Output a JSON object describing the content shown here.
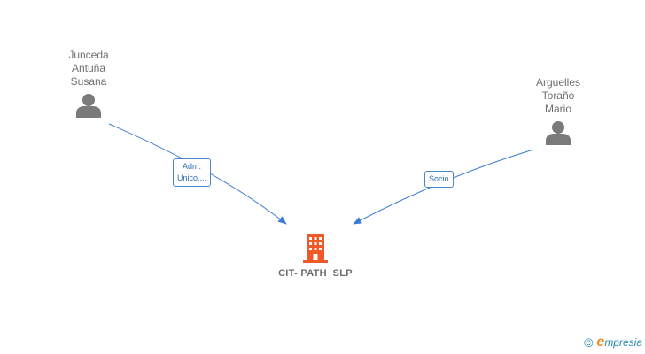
{
  "nodes": {
    "person_1": {
      "name_lines": [
        "Junceda",
        "Antuña",
        "Susana"
      ],
      "icon": "person-icon"
    },
    "person_2": {
      "name_lines": [
        "Arguelles",
        "Toraño",
        "Mario"
      ],
      "icon": "person-icon"
    },
    "company": {
      "name": "CIT- PATH  SLP",
      "icon": "building-icon",
      "color": "#f05a28"
    }
  },
  "edges": [
    {
      "from": "person_1",
      "to": "company",
      "label_lines": [
        "Adm.",
        "Unico,..."
      ]
    },
    {
      "from": "person_2",
      "to": "company",
      "label_lines": [
        "Socio"
      ]
    }
  ],
  "colors": {
    "edge": "#3a7bd5",
    "person_icon": "#7a7a7a",
    "label_border": "#4a86c8"
  },
  "footer": {
    "copyright_symbol": "©",
    "brand_initial": "e",
    "brand_rest": "mpresia"
  }
}
